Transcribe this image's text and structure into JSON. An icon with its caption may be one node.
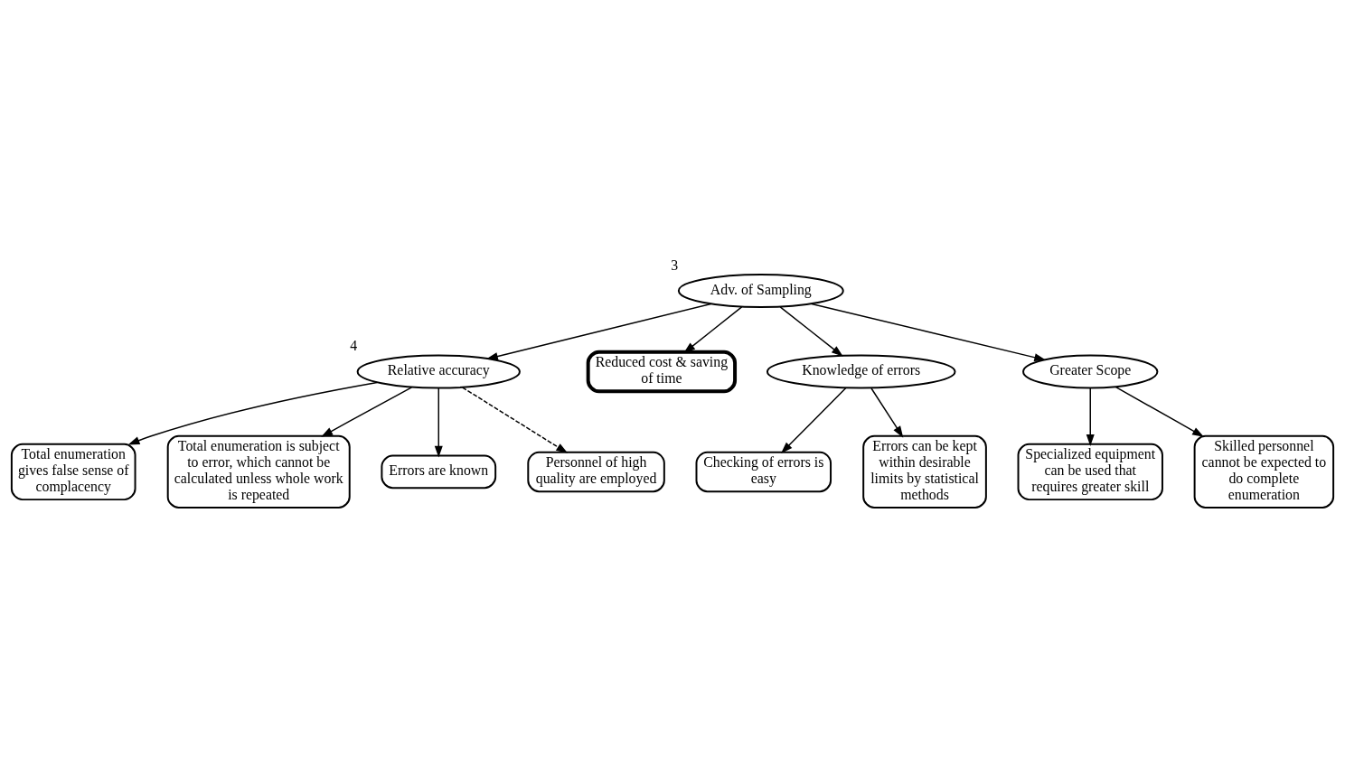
{
  "diagram": {
    "nodes": [
      {
        "text": [
          "Adv. of Sampling"
        ],
        "beside": [
          "3"
        ]
      },
      {
        "text": [
          "Relative accuracy"
        ],
        "beside": [
          "4"
        ]
      },
      {
        "text": [
          "Total enumeration gives false sense of complacency"
        ]
      },
      {
        "text": [
          "Total enumeration is subject to error, which cannot be calculated unless whole work is repeated"
        ]
      },
      {
        "text": [
          "Errors are known"
        ]
      },
      {
        "text": [
          "Personnel of high quality are employed"
        ]
      },
      {
        "text": [
          "Reduced cost & saving of time"
        ]
      },
      {
        "text": [
          "Knowledge of errors"
        ]
      },
      {
        "text": [
          "Checking of errors is easy"
        ]
      },
      {
        "text": [
          "Errors can be kept within desirable limits by statistical methods"
        ]
      },
      {
        "text": [
          "Greater Scope"
        ]
      },
      {
        "text": [
          "Specialized equipment can be used that requires greater skill"
        ]
      },
      {
        "text": [
          "Skilled personnel cannot be expected to do complete enumeration"
        ]
      }
    ],
    "edges": [
      {
        "from": 0,
        "to": 1,
        "arrow": "to"
      },
      {
        "from": 0,
        "to": 6,
        "arrow": "to"
      },
      {
        "from": 0,
        "to": 7,
        "arrow": "to"
      },
      {
        "from": 0,
        "to": 10,
        "arrow": "to"
      },
      {
        "from": 1,
        "to": 2,
        "arrow": "to"
      },
      {
        "from": 1,
        "to": 3,
        "arrow": "to"
      },
      {
        "from": 1,
        "to": 4,
        "arrow": "to"
      },
      {
        "from": 1,
        "to": 5,
        "arrow": "to",
        "style": "dashed"
      },
      {
        "from": 7,
        "to": 8,
        "arrow": "to"
      },
      {
        "from": 7,
        "to": 9,
        "arrow": "to"
      },
      {
        "from": 10,
        "to": 11,
        "arrow": "to"
      },
      {
        "from": 10,
        "to": 12,
        "arrow": "to"
      }
    ]
  }
}
